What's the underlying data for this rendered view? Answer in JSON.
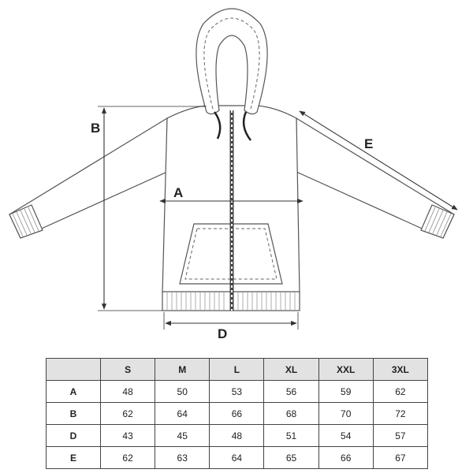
{
  "diagram": {
    "labels": {
      "a": "A",
      "b": "B",
      "d": "D",
      "e": "E"
    }
  },
  "size_table": {
    "corner": "",
    "headers": [
      "S",
      "M",
      "L",
      "XL",
      "XXL",
      "3XL"
    ],
    "rows": [
      {
        "label": "A",
        "values": [
          "48",
          "50",
          "53",
          "56",
          "59",
          "62"
        ]
      },
      {
        "label": "B",
        "values": [
          "62",
          "64",
          "66",
          "68",
          "70",
          "72"
        ]
      },
      {
        "label": "D",
        "values": [
          "43",
          "45",
          "48",
          "51",
          "54",
          "57"
        ]
      },
      {
        "label": "E",
        "values": [
          "62",
          "63",
          "64",
          "65",
          "66",
          "67"
        ]
      }
    ]
  }
}
